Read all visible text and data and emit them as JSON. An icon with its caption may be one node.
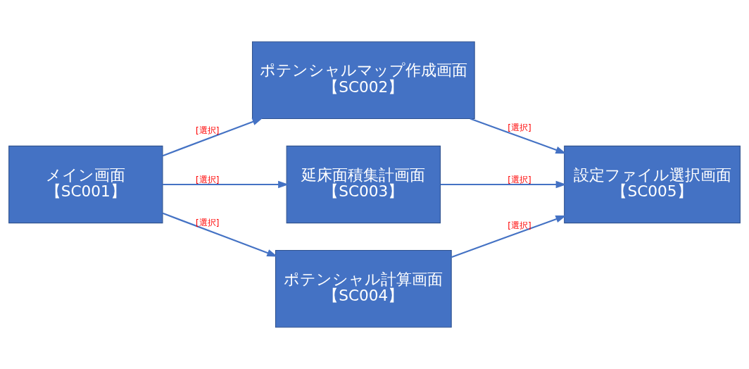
{
  "diagram": {
    "nodes": [
      {
        "text": [
          "メイン画面",
          "【SC001】"
        ]
      },
      {
        "text": [
          "ポテンシャルマップ作成画面",
          "【SC002】"
        ]
      },
      {
        "text": [
          "延床面積集計画面",
          "【SC003】"
        ]
      },
      {
        "text": [
          "ポテンシャル計算画面",
          "【SC004】"
        ]
      },
      {
        "text": [
          "設定ファイル選択画面",
          "【SC005】"
        ]
      }
    ],
    "edges": [
      {
        "from": 0,
        "to": 1,
        "arrow": "to",
        "label": "[選択]"
      },
      {
        "from": 0,
        "to": 2,
        "arrow": "to",
        "label": "[選択]"
      },
      {
        "from": 0,
        "to": 3,
        "arrow": "to",
        "label": "[選択]"
      },
      {
        "from": 1,
        "to": 4,
        "arrow": "to",
        "label": "[選択]"
      },
      {
        "from": 2,
        "to": 4,
        "arrow": "to",
        "label": "[選択]"
      },
      {
        "from": 3,
        "to": 4,
        "arrow": "to",
        "label": "[選択]"
      }
    ]
  }
}
